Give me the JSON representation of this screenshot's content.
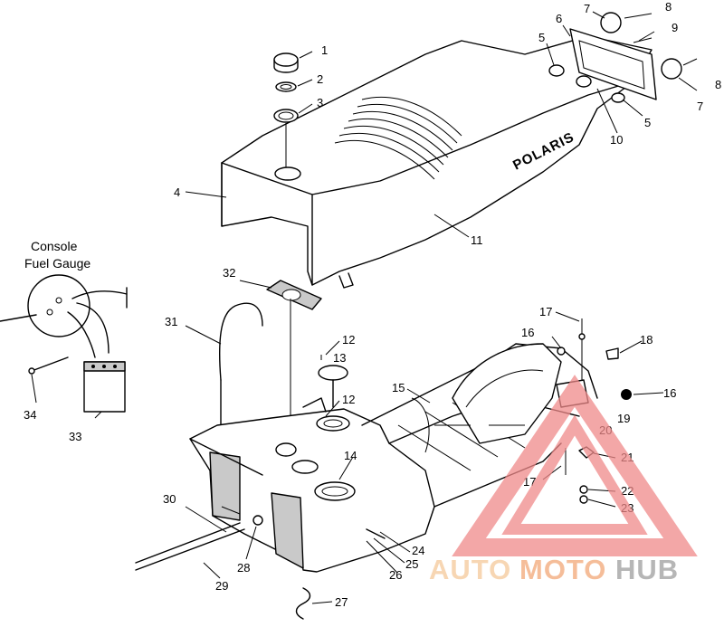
{
  "diagram": {
    "brand_on_seat": "POLARIS",
    "gauge_label_line1": "Console",
    "gauge_label_line2": "Fuel Gauge",
    "callouts": [
      "1",
      "2",
      "3",
      "4",
      "5",
      "5",
      "6",
      "7",
      "7",
      "8",
      "8",
      "9",
      "10",
      "11",
      "12",
      "12",
      "13",
      "14",
      "15",
      "16",
      "16",
      "17",
      "17",
      "18",
      "19",
      "20",
      "21",
      "22",
      "23",
      "24",
      "25",
      "26",
      "27",
      "28",
      "29",
      "30",
      "31",
      "32",
      "33",
      "34"
    ]
  },
  "watermark": {
    "part1": "AUTO",
    "part2": "MOTO",
    "part3": "HUB",
    "colors": {
      "auto": "#f5c99a",
      "moto": "#f2a877",
      "hub": "#9e9e9e",
      "triangle": "#f08a8a"
    }
  }
}
